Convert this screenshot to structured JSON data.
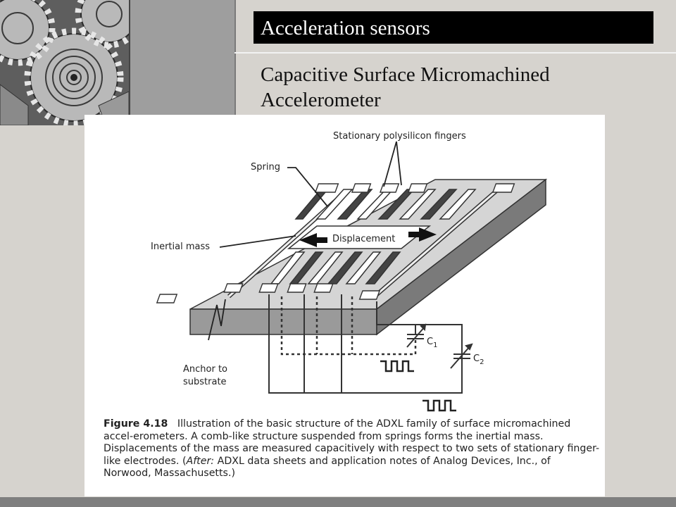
{
  "slide": {
    "title": "Acceleration sensors",
    "subtitle_line1": "Capacitive Surface Micromachined",
    "subtitle_line2": "Accelerometer",
    "decoration_photo": "micro-gear-sem-photo-icon"
  },
  "figure": {
    "labels": {
      "stationary_fingers": "Stationary polysilicon fingers",
      "spring": "Spring",
      "inertial_mass": "Inertial mass",
      "displacement": "Displacement",
      "anchor_line1": "Anchor to",
      "anchor_line2": "substrate",
      "c1": "C",
      "c1_sub": "1",
      "c2": "C",
      "c2_sub": "2"
    },
    "caption": {
      "number": "Figure 4.18",
      "text": "Illustration of the basic structure of the ADXL family of surface micromachined accel-erometers. A comb-like structure suspended from springs forms the inertial mass. Displacements of the mass are measured capacitively with respect to two sets of stationary finger-like electrodes.",
      "after_label": "After:",
      "after_text": "ADXL data sheets and application notes of Analog Devices, Inc., of Norwood, Massachusetts.)"
    }
  }
}
